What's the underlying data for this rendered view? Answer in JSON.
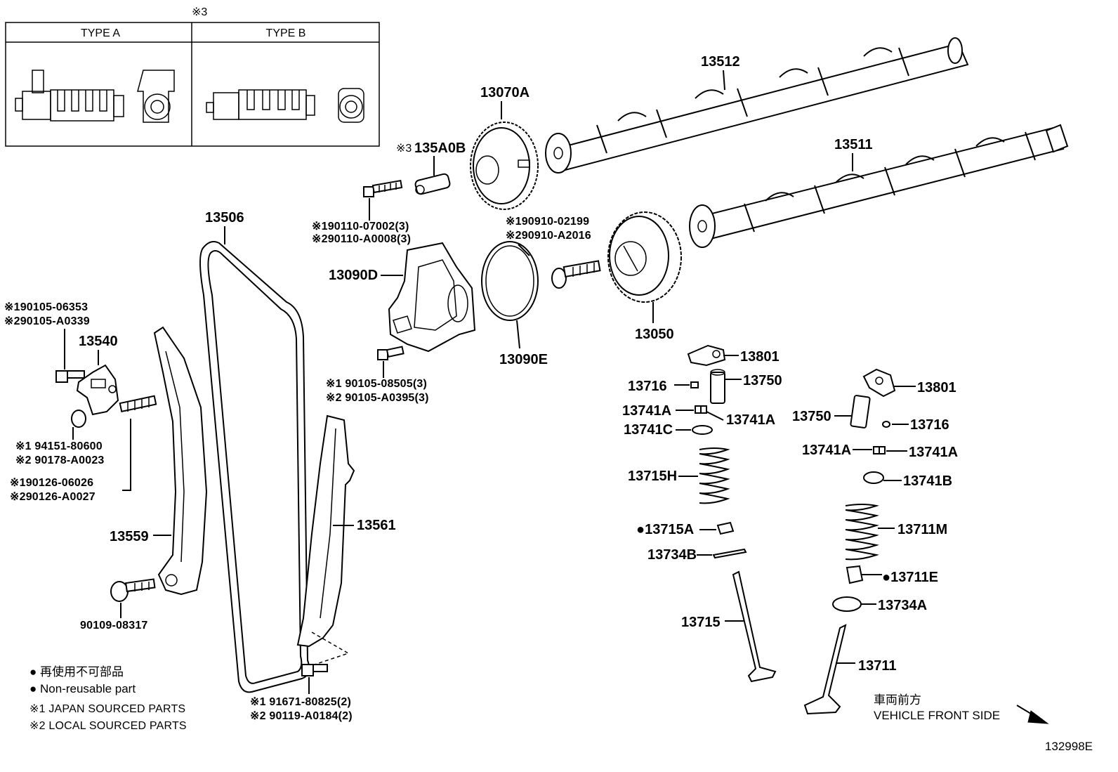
{
  "inset": {
    "note_mark": "※3",
    "type_a_label": "TYPE A",
    "type_b_label": "TYPE B"
  },
  "parts": {
    "p13512": "13512",
    "p13070A": "13070A",
    "p135A0B": "135A0B",
    "p135A0B_note": "※3",
    "p13511": "13511",
    "p13506": "13506",
    "bolt_a_1": "※190110-07002(3)",
    "bolt_a_2": "※290110-A0008(3)",
    "bolt_b_1": "※190910-02199",
    "bolt_b_2": "※290910-A2016",
    "p13090D": "13090D",
    "p13090E": "13090E",
    "p13050": "13050",
    "p13801_a": "13801",
    "p13750_a": "13750",
    "p13716_a": "13716",
    "p13741A_a1": "13741A",
    "p13741A_a2": "13741A",
    "p13741C": "13741C",
    "p13715H": "13715H",
    "p13715A": "●13715A",
    "p13734B": "13734B",
    "p13715": "13715",
    "p13801_b": "13801",
    "p13750_b": "13750",
    "p13716_b": "13716",
    "p13741A_b1": "13741A",
    "p13741A_b2": "13741A",
    "p13741B": "13741B",
    "p13711M": "13711M",
    "p13711E": "●13711E",
    "p13734A": "13734A",
    "p13711": "13711",
    "bolt_c_1": "※190105-06353",
    "bolt_c_2": "※290105-A0339",
    "p13540": "13540",
    "bolt_d_1": "※1 90105-08505(3)",
    "bolt_d_2": "※2 90105-A0395(3)",
    "nut_1": "※1 94151-80600",
    "nut_2": "※2 90178-A0023",
    "stud_1": "※190126-06026",
    "stud_2": "※290126-A0027",
    "p13559": "13559",
    "p13561": "13561",
    "bolt_e": "90109-08317",
    "bolt_f_1": "※1 91671-80825(2)",
    "bolt_f_2": "※2 90119-A0184(2)"
  },
  "legend": {
    "line1": "● 再使用不可部品",
    "line2": "● Non-reusable part",
    "line3": "※1 JAPAN SOURCED PARTS",
    "line4": "※2 LOCAL SOURCED PARTS"
  },
  "direction": {
    "jp": "車両前方",
    "en": "VEHICLE FRONT SIDE"
  },
  "diagram_id": "132998E"
}
